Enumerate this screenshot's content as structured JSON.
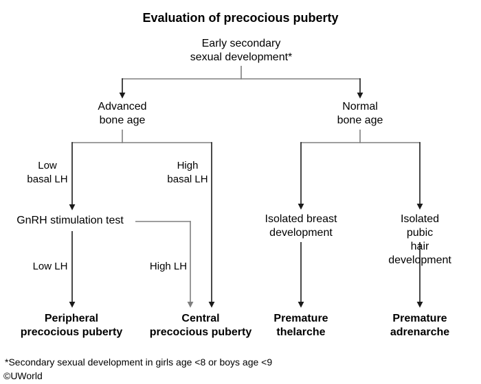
{
  "title": "Evaluation of precocious puberty",
  "nodes": {
    "root": "Early secondary\nsexual development*",
    "advanced_bone_age": "Advanced\nbone age",
    "normal_bone_age": "Normal\nbone age",
    "gnrh_test": "GnRH stimulation test",
    "isolated_breast": "Isolated breast\ndevelopment",
    "isolated_pubic": "Isolated pubic\nhair development",
    "peripheral": "Peripheral\nprecocious puberty",
    "central": "Central\nprecocious puberty",
    "premature_thelarche": "Premature\nthelarche",
    "premature_adrenarche": "Premature\nadrenarche"
  },
  "edge_labels": {
    "low_basal_lh": "Low\nbasal LH",
    "high_basal_lh": "High\nbasal LH",
    "low_lh": "Low LH",
    "high_lh": "High LH"
  },
  "footnote": "*Secondary sexual development in girls age <8 or boys age <9",
  "copyright": "©UWorld",
  "colors": {
    "line": "#7f7f7f",
    "arrow": "#1a1a1a",
    "text": "#000000"
  }
}
